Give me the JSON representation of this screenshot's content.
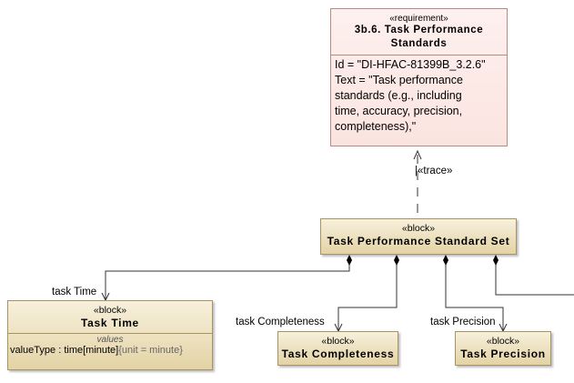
{
  "requirement": {
    "stereotype": "«requirement»",
    "name_line1": "3b.6. Task Performance",
    "name_line2": "Standards",
    "text_lines": [
      "Id = \"DI-HFAC-81399B_3.2.6\"",
      "Text = \"Task performance",
      "standards (e.g., including",
      "time, accuracy, precision,",
      "completeness),\""
    ]
  },
  "trace_label": "«trace»",
  "standard_set": {
    "stereotype": "«block»",
    "name": "Task Performance Standard Set"
  },
  "task_time": {
    "stereotype": "«block»",
    "name": "Task Time",
    "compartment": "values",
    "value_main": "valueType : time[minute]",
    "value_tag": "{unit = minute}"
  },
  "task_completeness": {
    "stereotype": "«block»",
    "name": "Task Completeness"
  },
  "task_precision": {
    "stereotype": "«block»",
    "name": "Task Precision"
  },
  "role_labels": {
    "time": "task Time",
    "completeness": "task Completeness",
    "precision": "task Precision"
  }
}
